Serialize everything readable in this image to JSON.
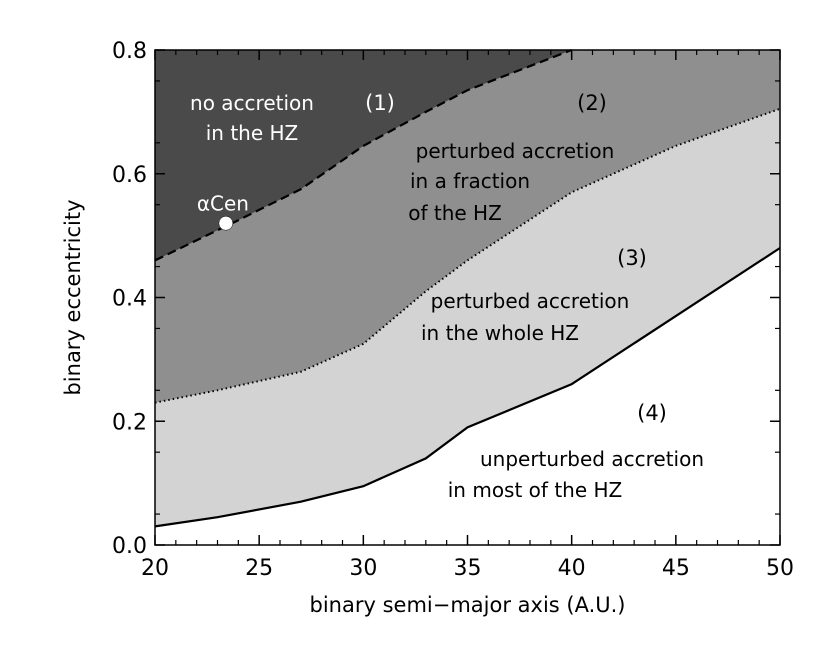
{
  "chart_data": {
    "type": "area",
    "title": "",
    "xlabel": "binary semi−major axis (A.U.)",
    "ylabel": "binary eccentricity",
    "xlim": [
      20,
      50
    ],
    "ylim": [
      0,
      0.8
    ],
    "x_ticks": [
      {
        "value": 20,
        "label": "20"
      },
      {
        "value": 25,
        "label": "25"
      },
      {
        "value": 30,
        "label": "30"
      },
      {
        "value": 35,
        "label": "35"
      },
      {
        "value": 40,
        "label": "40"
      },
      {
        "value": 45,
        "label": "45"
      },
      {
        "value": 50,
        "label": "50"
      }
    ],
    "y_ticks": [
      {
        "value": 0.0,
        "label": "0.0"
      },
      {
        "value": 0.2,
        "label": "0.2"
      },
      {
        "value": 0.4,
        "label": "0.4"
      },
      {
        "value": 0.6,
        "label": "0.6"
      },
      {
        "value": 0.8,
        "label": "0.8"
      }
    ],
    "boundaries": [
      {
        "id": "boundary-1-2",
        "style": "dashed",
        "points": [
          [
            20,
            0.46
          ],
          [
            24,
            0.525
          ],
          [
            27,
            0.575
          ],
          [
            30,
            0.645
          ],
          [
            33,
            0.7
          ],
          [
            35,
            0.735
          ],
          [
            40,
            0.8
          ]
        ]
      },
      {
        "id": "boundary-2-3",
        "style": "dotted",
        "points": [
          [
            20,
            0.23
          ],
          [
            23,
            0.25
          ],
          [
            27,
            0.28
          ],
          [
            30,
            0.325
          ],
          [
            33,
            0.41
          ],
          [
            35,
            0.46
          ],
          [
            40,
            0.57
          ],
          [
            45,
            0.645
          ],
          [
            50,
            0.705
          ]
        ]
      },
      {
        "id": "boundary-3-4",
        "style": "solid",
        "points": [
          [
            20,
            0.03
          ],
          [
            23,
            0.045
          ],
          [
            27,
            0.07
          ],
          [
            30,
            0.095
          ],
          [
            33,
            0.14
          ],
          [
            35,
            0.19
          ],
          [
            40,
            0.26
          ],
          [
            45,
            0.37
          ],
          [
            50,
            0.48
          ]
        ]
      }
    ],
    "regions": [
      {
        "id": "region-1",
        "color": "#4a4a4a",
        "number": "(1)",
        "lines": [
          "no accretion",
          "in the HZ"
        ]
      },
      {
        "id": "region-2",
        "color": "#8f8f8f",
        "number": "(2)",
        "lines": [
          "perturbed accretion",
          "in a fraction",
          "of the HZ"
        ]
      },
      {
        "id": "region-3",
        "color": "#d3d3d3",
        "number": "(3)",
        "lines": [
          "perturbed accretion",
          "in the whole HZ"
        ]
      },
      {
        "id": "region-4",
        "color": "#ffffff",
        "number": "(4)",
        "lines": [
          "unperturbed accretion",
          "in most of the HZ"
        ]
      }
    ],
    "annotations": [
      {
        "id": "alpha-cen",
        "label": "αCen",
        "x": 23.4,
        "y": 0.52
      }
    ]
  }
}
